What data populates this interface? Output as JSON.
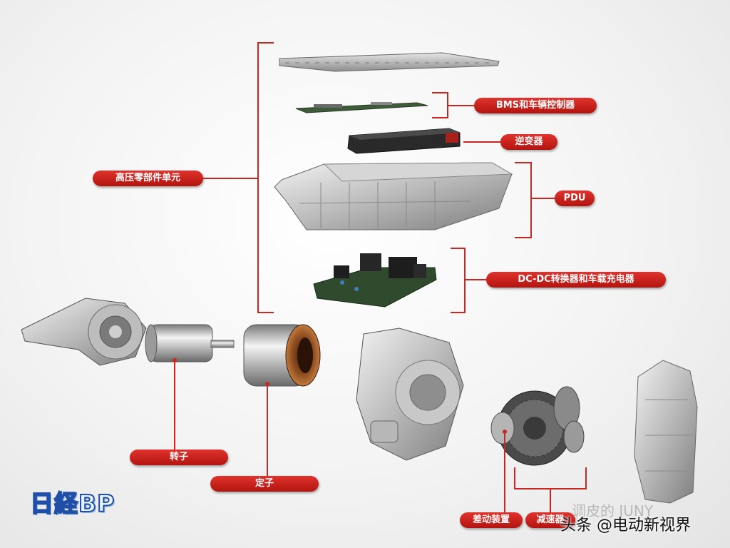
{
  "labels": {
    "hv_unit": "高压零部件单元",
    "bms": "BMS和车辆控制器",
    "inverter": "逆变器",
    "pdu": "PDU",
    "dcdc": "DC-DC转换器和车载充电器",
    "rotor": "转子",
    "stator": "定子",
    "differential": "差动装置",
    "reducer": "减速器"
  },
  "logo": "日経BP",
  "watermark": "头条 @电动新视界",
  "faint_watermark": "调皮的 JUNY",
  "colors": {
    "label_red": "#c41e18",
    "bracket": "#c8281f",
    "logo_blue": "#1f4fa6"
  }
}
